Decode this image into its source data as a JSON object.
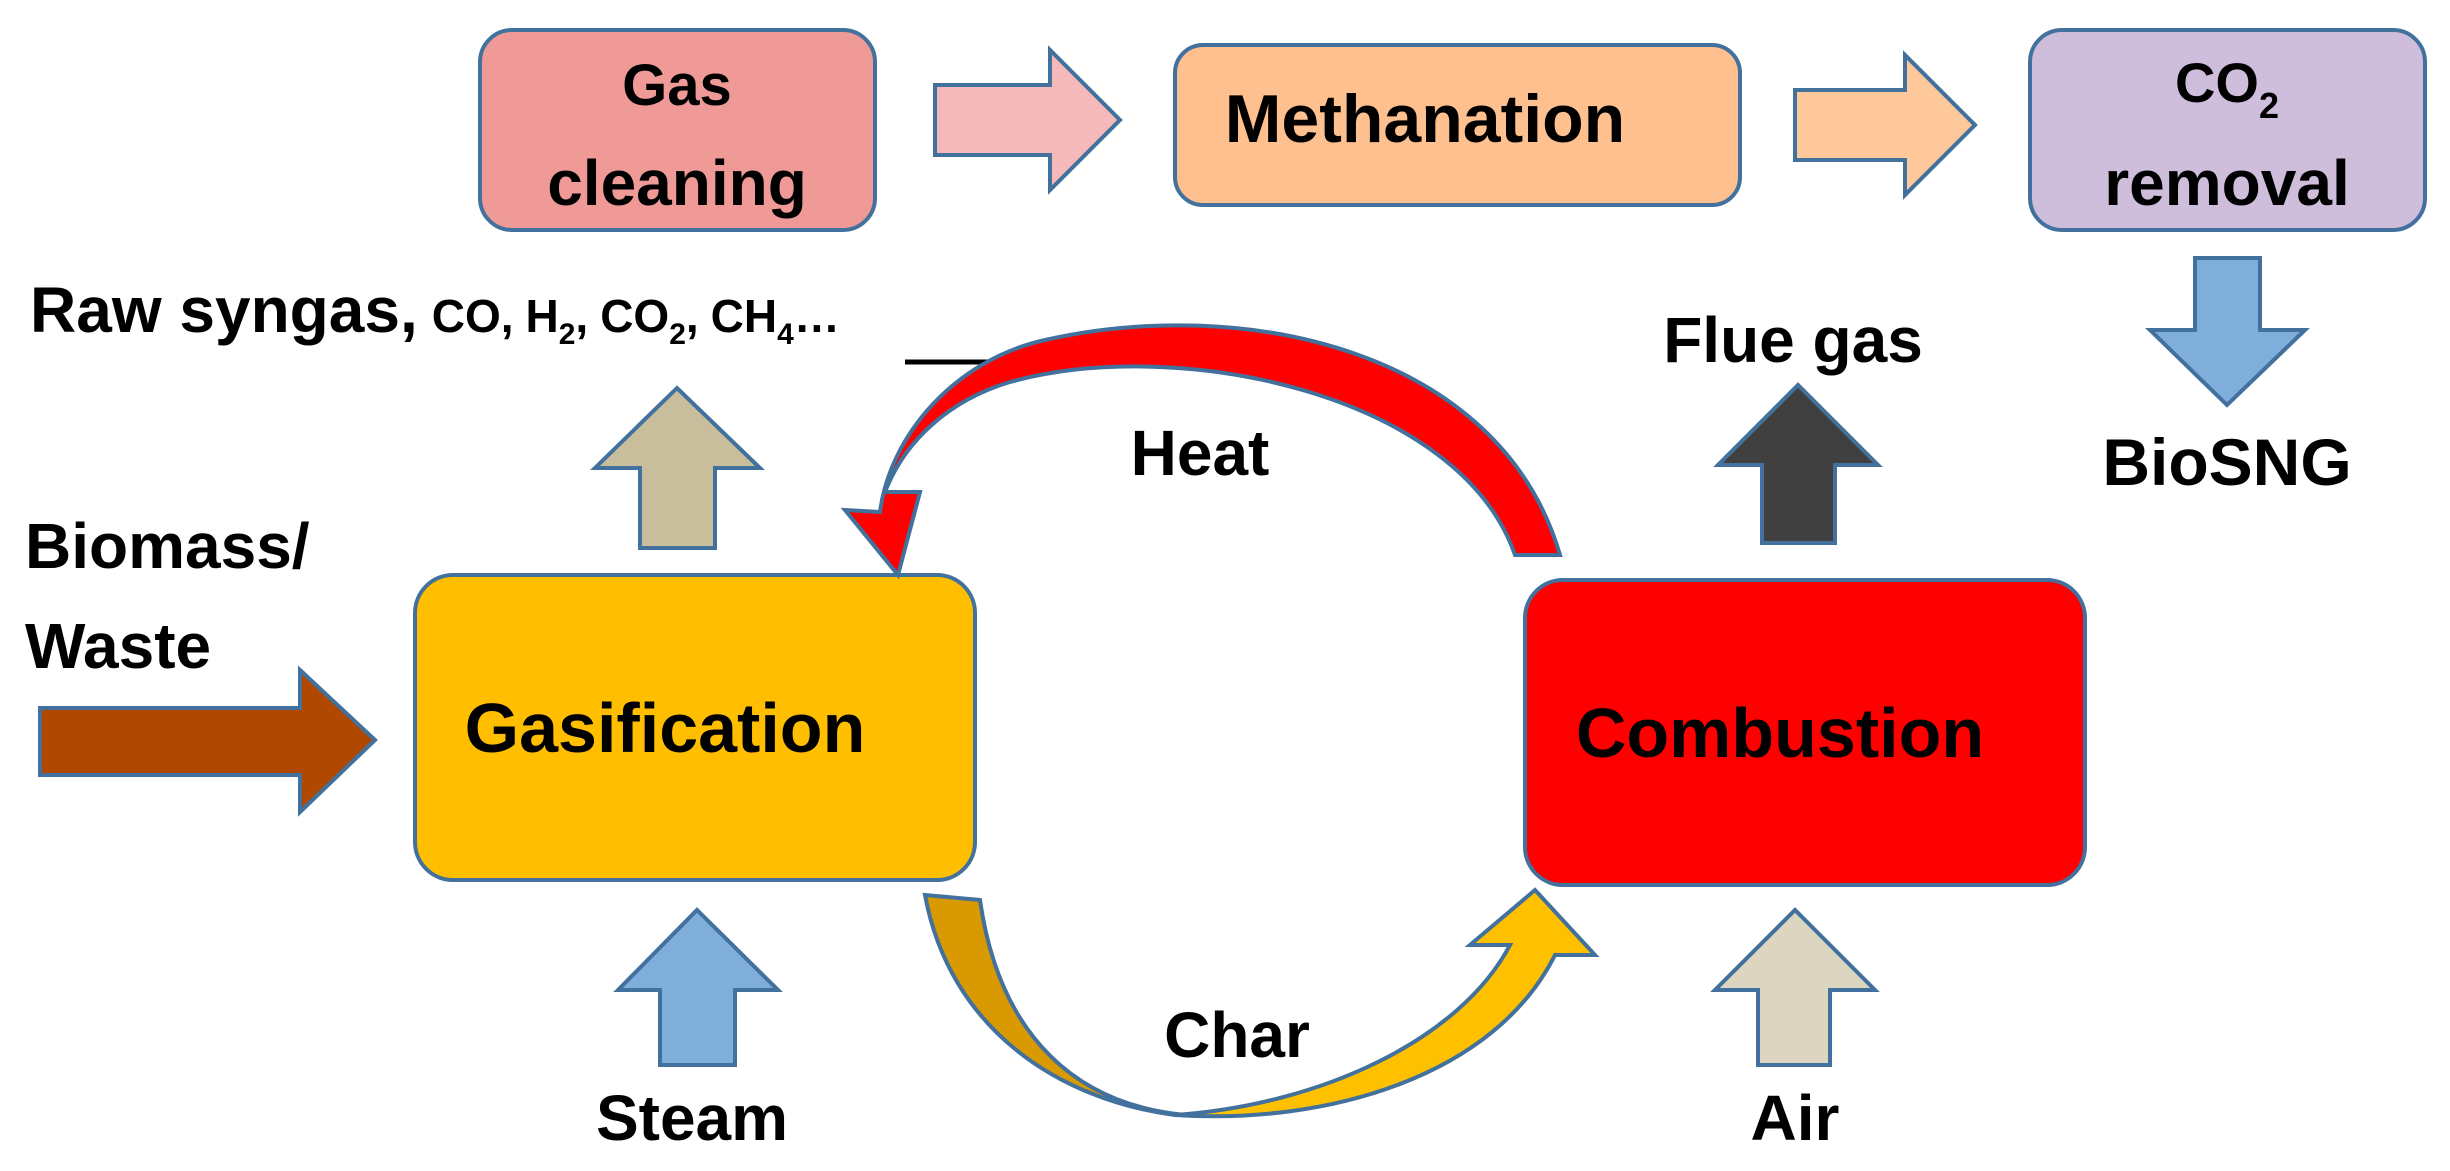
{
  "boxes": {
    "gas_cleaning": {
      "line1": "Gas",
      "line2": "cleaning",
      "fill": "#F09A98"
    },
    "methanation": {
      "label": "Methanation",
      "fill": "#FFC090"
    },
    "co2_removal": {
      "line1_main": "CO",
      "line1_sub": "2",
      "line2": "removal",
      "fill": "#CEBEDC"
    },
    "gasification": {
      "label": "Gasification",
      "fill": "#FFBF00"
    },
    "combustion": {
      "label": "Combustion",
      "fill": "#FF0000"
    }
  },
  "labels": {
    "raw_syngas": "Raw syngas,",
    "syngas_species": [
      {
        "main": "CO",
        "sub": "",
        "suffix": ","
      },
      {
        "main": "H",
        "sub": "2",
        "suffix": ","
      },
      {
        "main": "CO",
        "sub": "2",
        "suffix": ","
      },
      {
        "main": "CH",
        "sub": "4",
        "suffix": "…"
      }
    ],
    "flue_gas": "Flue gas",
    "biosng": "BioSNG",
    "biomass_line1": "Biomass/",
    "biomass_line2": "Waste",
    "heat": "Heat",
    "char": "Char",
    "steam": "Steam",
    "air": "Air"
  },
  "colors": {
    "box_stroke": "#41719C",
    "arrow_stroke": "#41719C",
    "arrow_gas_to_meth": "#F4B9B8",
    "arrow_meth_to_co2": "#FFC89A",
    "arrow_biosng": "#7EAED9",
    "arrow_syngas_up": "#C9BE9B",
    "arrow_flue_up": "#404040",
    "arrow_biomass": "#B04800",
    "arrow_steam": "#7EAED9",
    "arrow_air": "#DCD6C0",
    "heat_arc": "#FF0000",
    "char_arc_left": "#D89A00",
    "char_arc_right": "#FFC000"
  }
}
